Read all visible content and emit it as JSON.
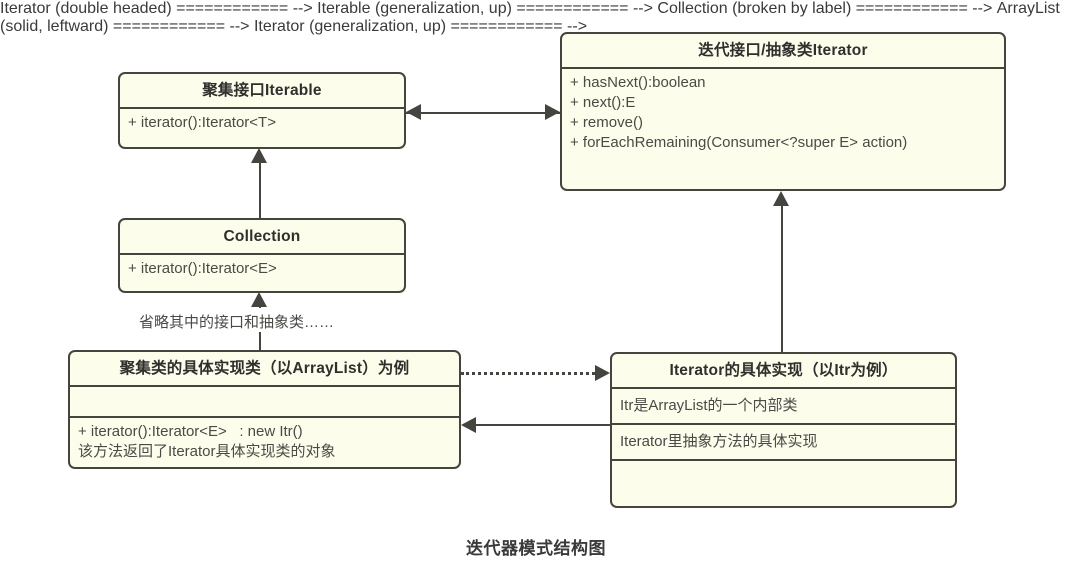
{
  "figure": {
    "caption": "迭代器模式结构图"
  },
  "boxes": {
    "iterable": {
      "title": "聚集接口Iterable",
      "rows": [
        "+ iterator():Iterator<T>"
      ]
    },
    "iterator": {
      "title": "迭代接口/抽象类Iterator",
      "rows": [
        "+ hasNext():boolean",
        "+ next():E",
        "+ remove()",
        "+ forEachRemaining(Consumer<?super E> action)"
      ]
    },
    "collection": {
      "title": "Collection",
      "rows": [
        "+ iterator():Iterator<E>"
      ]
    },
    "concrete_aggregate": {
      "title": "聚集类的具体实现类（以ArrayList）为例",
      "empty_row": "",
      "method_line1": "+ iterator():Iterator<E>   : new Itr()",
      "method_line2": "该方法返回了Iterator具体实现类的对象"
    },
    "concrete_iterator": {
      "title": "Iterator的具体实现（以Itr为例）",
      "row1": "Itr是ArrayList的一个内部类",
      "row2": "Iterator里抽象方法的具体实现",
      "row3": ""
    }
  },
  "edges": {
    "omission_label": "省略其中的接口和抽象类……"
  },
  "colors": {
    "box_fill": "#fdfdec",
    "box_border": "#45443f",
    "text": "#3a3a38",
    "canvas": "#ffffff"
  }
}
